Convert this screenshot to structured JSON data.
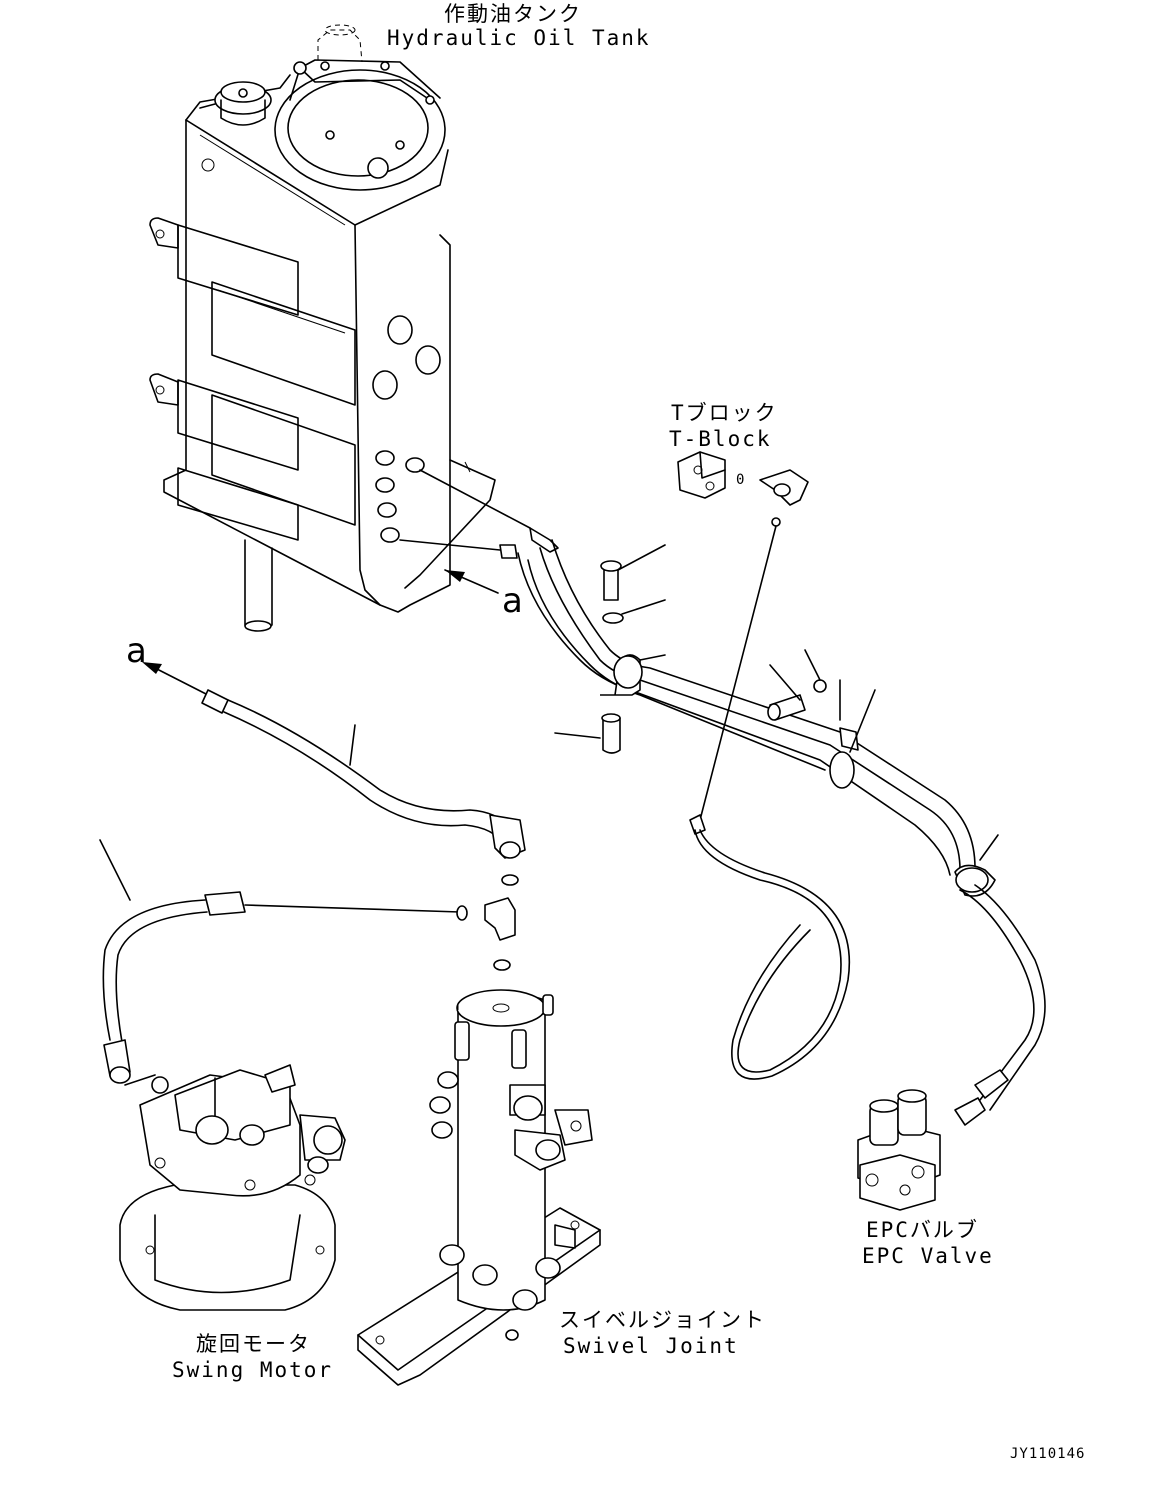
{
  "labels": {
    "hydraulic_oil_tank_jp": "作動油タンク",
    "hydraulic_oil_tank_en": "Hydraulic Oil Tank",
    "t_block_jp": "Tブロック",
    "t_block_en": "T-Block",
    "epc_valve_jp": "EPCバルブ",
    "epc_valve_en": "EPC Valve",
    "swivel_joint_jp": "スイベルジョイント",
    "swivel_joint_en": "Swivel Joint",
    "swing_motor_jp": "旋回モータ",
    "swing_motor_en": "Swing Motor",
    "view_ref_1": "a",
    "view_ref_2": "a",
    "o_ring_mark": "0",
    "drawing_number": "JY110146"
  }
}
